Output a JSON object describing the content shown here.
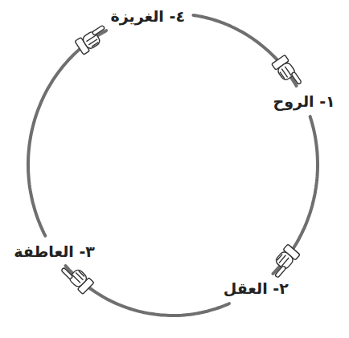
{
  "diagram": {
    "nodes": [
      {
        "text": [
          "١- الروح"
        ]
      },
      {
        "text": [
          "٢- العقل"
        ]
      },
      {
        "text": [
          "٣- العاطفة"
        ]
      },
      {
        "text": [
          "٤- الغريزة"
        ]
      }
    ],
    "edges": [
      {
        "from": 0,
        "to": 1,
        "arrow": "to"
      },
      {
        "from": 1,
        "to": 2,
        "arrow": "to"
      },
      {
        "from": 2,
        "to": 3,
        "arrow": "to"
      },
      {
        "from": 3,
        "to": 0,
        "arrow": "to"
      }
    ]
  }
}
